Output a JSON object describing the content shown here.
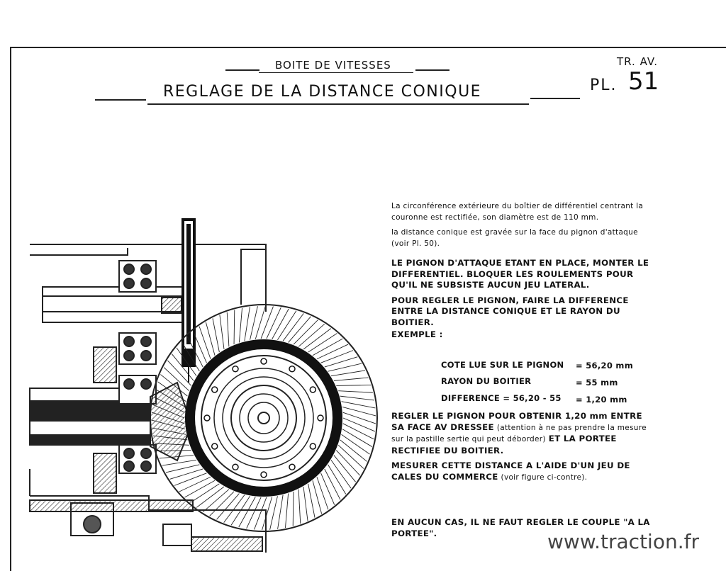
{
  "header": {
    "subtitle": "BOITE DE VITESSES",
    "title": "REGLAGE DE LA DISTANCE CONIQUE",
    "tr_av": "TR. AV.",
    "pl_label": "PL.",
    "pl_number": "51"
  },
  "text": {
    "para1": "La circonférence extérieure du boîtier de différentiel centrant la couronne est rectifiée, son diamètre est de 110 mm.",
    "para2": "la distance conique est gravée sur la face du pignon d'attaque (voir Pl. 50).",
    "para3": "LE PIGNON D'ATTAQUE ETANT EN PLACE, MONTER LE DIFFERENTIEL. BLOQUER LES ROULEMENTS POUR QU'IL NE SUBSISTE AUCUN JEU LATERAL.",
    "para4": "POUR REGLER LE PIGNON, FAIRE LA DIFFERENCE ENTRE LA DISTANCE CONIQUE ET LE RAYON DU BOITIER.",
    "exemple_label": "EXEMPLE :",
    "example": {
      "line1_label": "COTE LUE SUR LE PIGNON",
      "line1_value": "= 56,20 mm",
      "line2_label": "RAYON DU BOITIER",
      "line2_value": "= 55 mm",
      "line3_label": "DIFFERENCE = 56,20 - 55",
      "line3_value": "= 1,20 mm"
    },
    "para5_caps": "REGLER LE PIGNON POUR OBTENIR 1,20 mm ENTRE SA FACE AV DRESSEE",
    "para5_small": "(attention à ne pas prendre la mesure sur la pastille sertie qui peut déborder)",
    "para5_end": "ET LA PORTEE RECTIFIEE DU BOITIER.",
    "para6_caps": "MESURER CETTE DISTANCE A L'AIDE D'UN JEU DE CALES DU COMMERCE",
    "para6_small": "(voir figure ci-contre).",
    "para7": "EN AUCUN CAS, IL NE FAUT REGLER LE COUPLE \"A LA PORTEE\"."
  },
  "watermark": "www.traction.fr"
}
